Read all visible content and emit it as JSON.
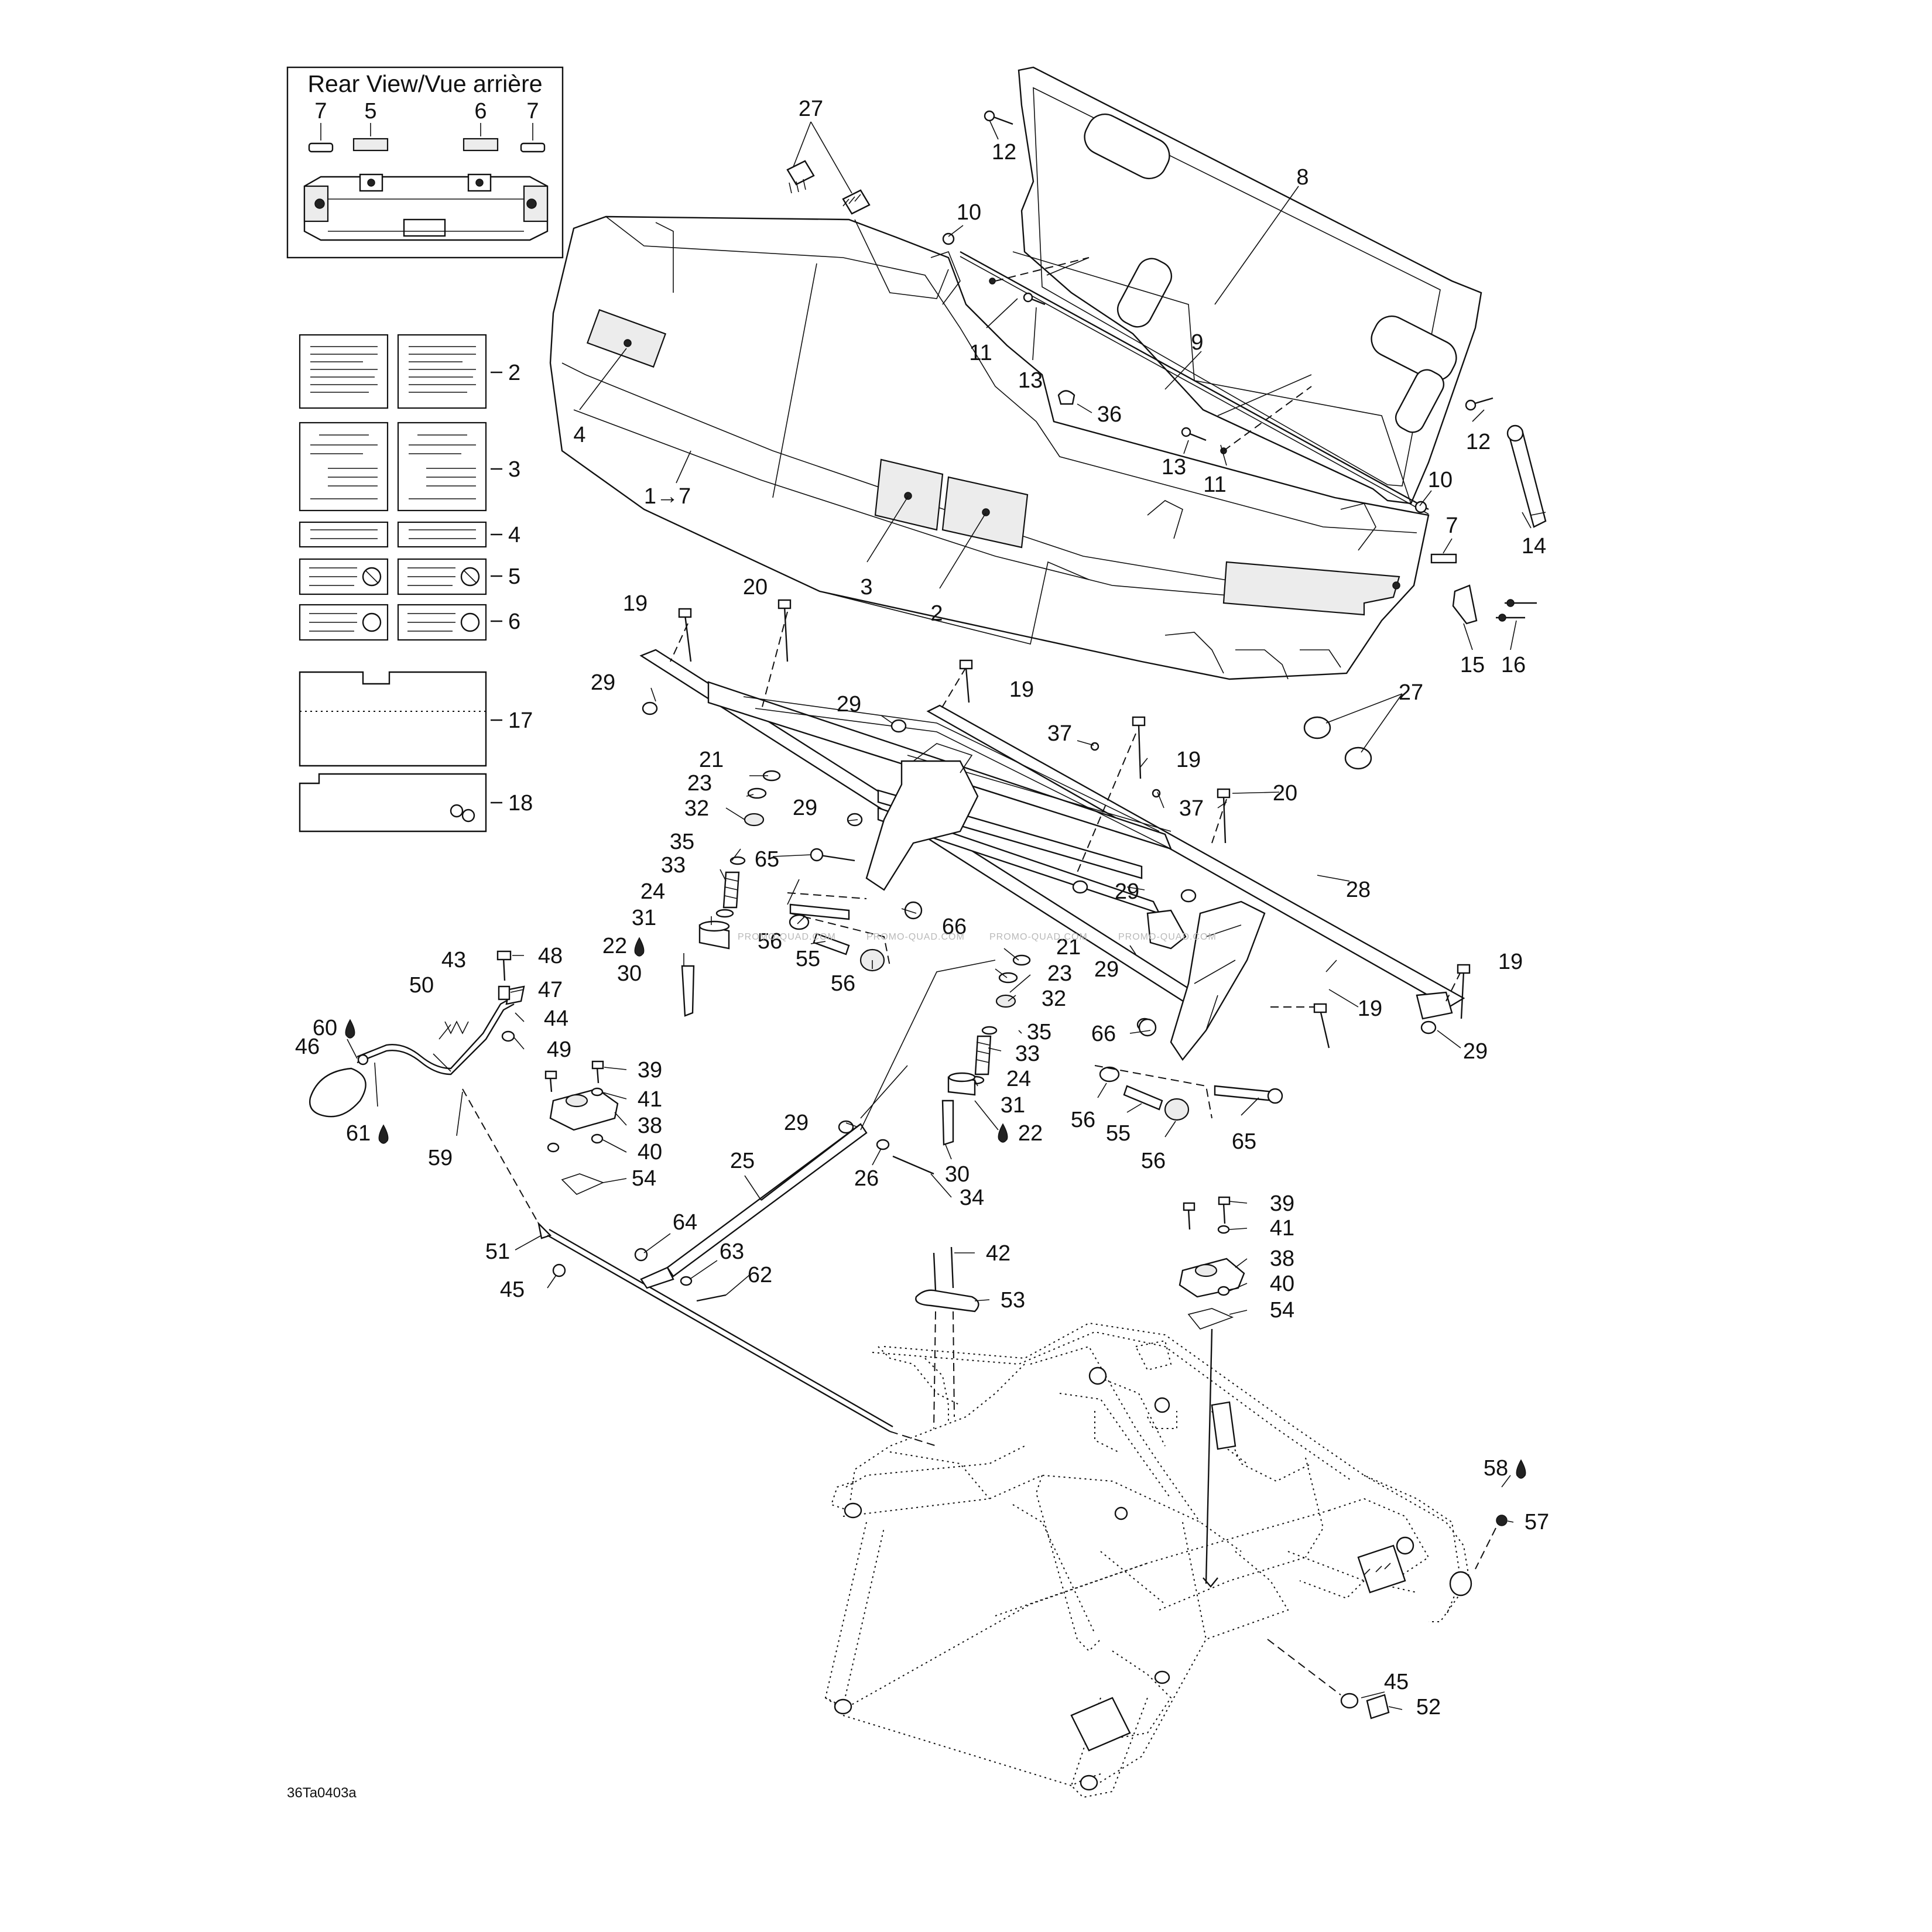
{
  "inset": {
    "title": "Rear View/Vue arrière",
    "numbers": [
      "7",
      "5",
      "6",
      "7"
    ]
  },
  "decal_numbers": [
    "2",
    "3",
    "4",
    "5",
    "6",
    "17",
    "18"
  ],
  "callouts": {
    "box": [
      "27",
      "12",
      "8",
      "10",
      "11",
      "13",
      "9",
      "36",
      "12",
      "13",
      "11",
      "10",
      "4",
      "1→7",
      "3",
      "2",
      "7",
      "14",
      "15",
      "16",
      "27"
    ],
    "frame": [
      "19",
      "20",
      "29",
      "19",
      "29",
      "37",
      "19",
      "21",
      "23",
      "32",
      "29",
      "37",
      "20",
      "35",
      "65",
      "33",
      "24",
      "66",
      "29",
      "28",
      "31",
      "56",
      "55",
      "21",
      "22",
      "56",
      "23",
      "30",
      "32",
      "29",
      "19",
      "19",
      "35",
      "66",
      "33",
      "29",
      "24",
      "31",
      "56",
      "55",
      "22",
      "56",
      "65",
      "30",
      "29"
    ],
    "linkage": [
      "43",
      "48",
      "50",
      "47",
      "60",
      "44",
      "46",
      "49",
      "39",
      "41",
      "38",
      "61",
      "59",
      "40",
      "54",
      "25",
      "26",
      "34",
      "64",
      "51",
      "63",
      "62",
      "45"
    ],
    "chassis": [
      "39",
      "41",
      "38",
      "40",
      "54",
      "42",
      "53",
      "58",
      "57",
      "45",
      "52"
    ]
  },
  "drawing_code": "36Ta0403a",
  "watermark": "PROMO-QUAD.COM"
}
